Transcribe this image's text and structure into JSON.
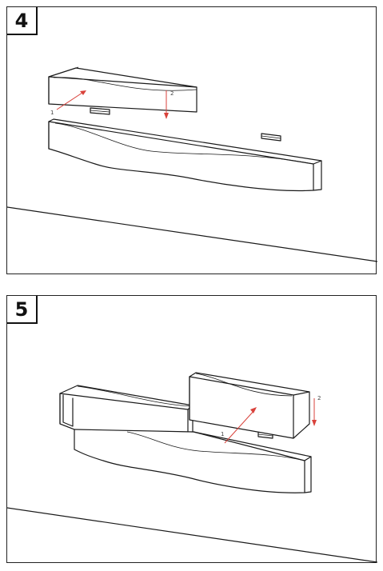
{
  "steps": [
    {
      "number": "4",
      "arrow_labels": {
        "move_in": "1",
        "press_down": "2"
      }
    },
    {
      "number": "5",
      "arrow_labels": {
        "move_in": "1",
        "press_down": "2"
      }
    }
  ]
}
